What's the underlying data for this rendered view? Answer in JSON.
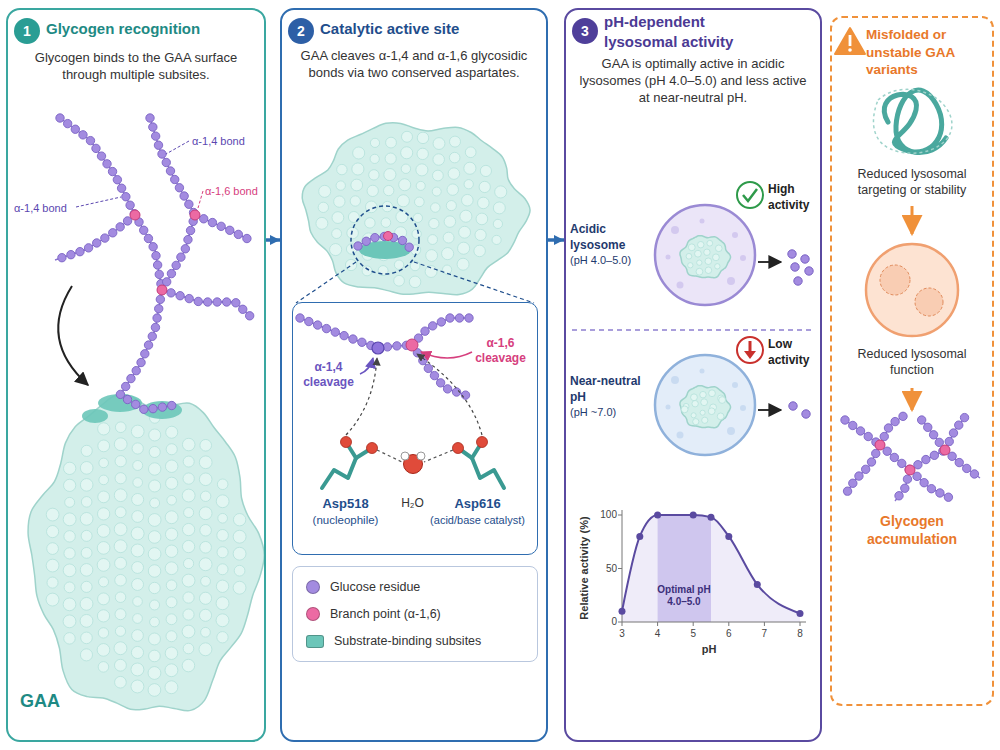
{
  "diagram": {
    "nodes": [
      {
        "text": [
          "Glycogen recognition",
          "Glycogen binds to the GAA surface through multiple subsites."
        ]
      },
      {
        "text": [
          "1"
        ],
        "in": 0
      },
      {
        "text": [
          "Catalytic active site",
          "GAA cleaves α-1,4 and α-1,6 glycosidic bonds via two conserved aspartates."
        ]
      },
      {
        "text": [
          "2"
        ],
        "in": 2
      },
      {
        "text": [
          "α-1,4 cleavage",
          "α-1,6 cleavage",
          "Asp518",
          "(nucleophile)",
          "H₂O",
          "Asp616",
          "(acid/base catalyst)"
        ],
        "in": 2
      },
      {
        "text": [
          "pH-dependent lysosomal activity",
          "GAA is optimally active in acidic lysosomes (pH 4.0–5.0) and less active at near-neutral pH."
        ]
      },
      {
        "text": [
          "3"
        ],
        "in": 5
      },
      {
        "text": [
          "Misfolded or unstable GAA variants",
          "Reduced lysosomal targeting or stability",
          "Reduced lysosomal function",
          "Glycogen accumulation"
        ]
      }
    ],
    "edges": [
      {
        "from": 0,
        "to": 2,
        "arrow": "to"
      },
      {
        "from": 2,
        "to": 5,
        "arrow": "to"
      }
    ],
    "labels": [
      "α-1,4 bond",
      "α-1,6 bond",
      "α-1,4 bond",
      "GAA",
      "Acidic lysosome",
      "(pH 4.0–5.0)",
      "High activity",
      "Near-neutral pH",
      "(pH ~7.0)",
      "Low activity",
      "Relative activity (%)",
      "100",
      "50",
      "0",
      "3",
      "4",
      "5",
      "6",
      "7",
      "8",
      "pH",
      "Optimal pH 4.0–5.0"
    ],
    "legend": [
      {
        "text": "Glucose residue",
        "color": "#a38be0"
      },
      {
        "text": "Branch point (α-1,6)",
        "color": "#ec6aa3"
      },
      {
        "text": "Substrate-binding subsites",
        "color": "#6cc6b9"
      }
    ]
  }
}
